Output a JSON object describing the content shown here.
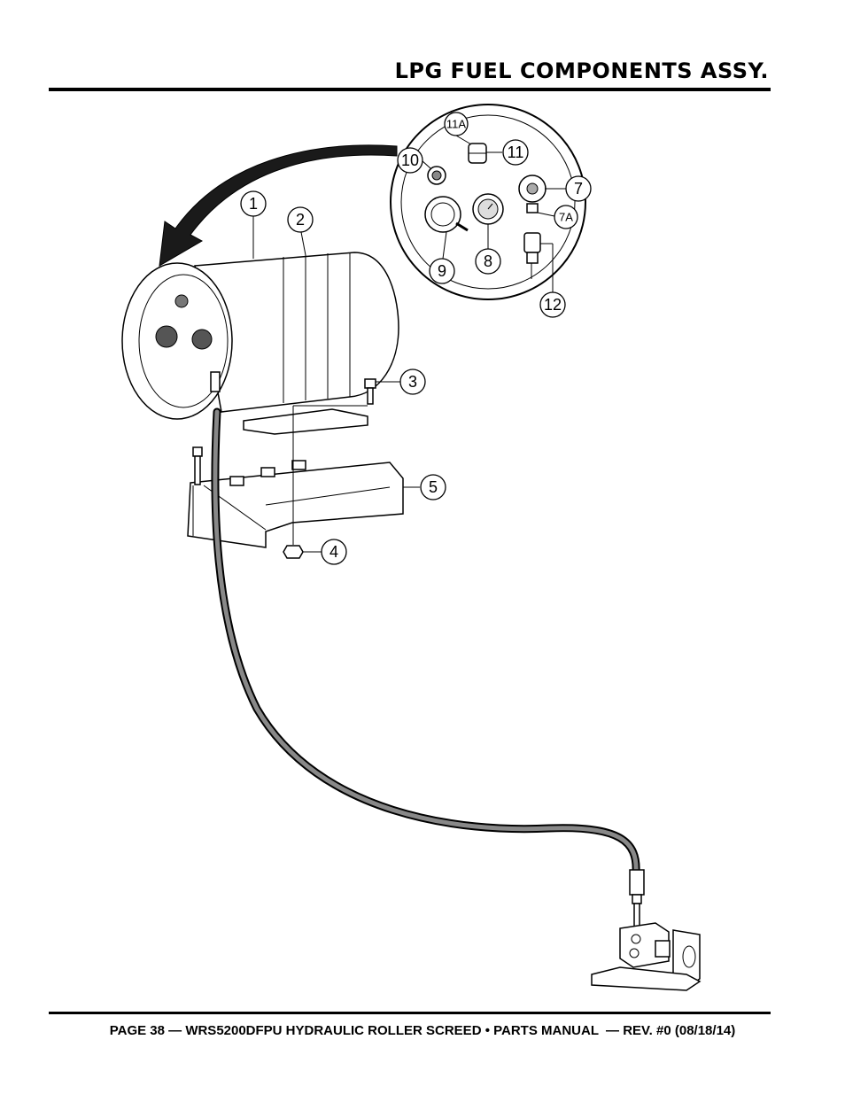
{
  "header": {
    "title": "LPG FUEL COMPONENTS ASSY."
  },
  "footer": {
    "text": "PAGE 38 — WRS5200DFPU HYDRAULIC ROLLER SCREED • PARTS MANUAL  — REV. #0 (08/18/14)"
  },
  "callouts": {
    "c1": "1",
    "c2": "2",
    "c3": "3",
    "c4": "4",
    "c5": "5",
    "c7": "7",
    "c7a": "7A",
    "c8": "8",
    "c9": "9",
    "c10": "10",
    "c11": "11",
    "c11a": "11A",
    "c12": "12"
  }
}
